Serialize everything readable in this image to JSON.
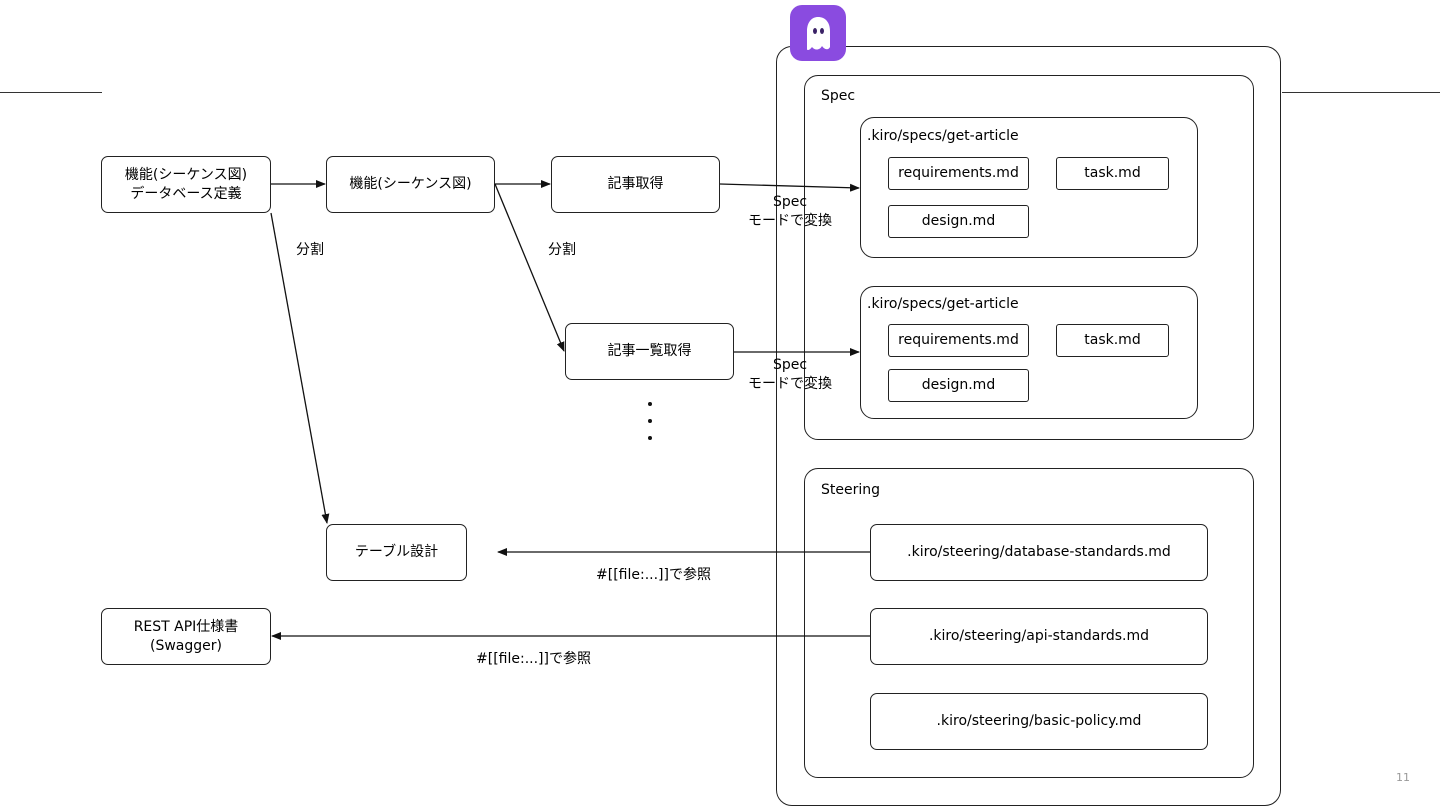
{
  "app_icon": {
    "name": "ghost-icon",
    "color": "#8a4be0"
  },
  "nodes": {
    "source_doc": [
      "機能(シーケンス図)",
      "データベース定義"
    ],
    "feature_seq": "機能(シーケンス図)",
    "get_article": "記事取得",
    "get_article_list": "記事一覧取得",
    "table_design": "テーブル設計",
    "rest_api_spec": [
      "REST API仕様書",
      "(Swagger)"
    ]
  },
  "edge_labels": {
    "split_1": "分割",
    "split_2": "分割",
    "spec_convert_1": [
      "Spec",
      "モードで変換"
    ],
    "spec_convert_2": [
      "Spec",
      "モードで変換"
    ],
    "ref_db": "#[[file:...]]で参照",
    "ref_api": "#[[file:...]]で参照"
  },
  "ellipsis": "⋮",
  "spec_group": {
    "label": "Spec",
    "folders": [
      {
        "path": ".kiro/specs/get-article",
        "files": [
          "requirements.md",
          "task.md",
          "design.md"
        ]
      },
      {
        "path": ".kiro/specs/get-article",
        "files": [
          "requirements.md",
          "task.md",
          "design.md"
        ]
      }
    ]
  },
  "steering_group": {
    "label": "Steering",
    "files": [
      ".kiro/steering/database-standards.md",
      ".kiro/steering/api-standards.md",
      ".kiro/steering/basic-policy.md"
    ]
  },
  "page_number": "11"
}
